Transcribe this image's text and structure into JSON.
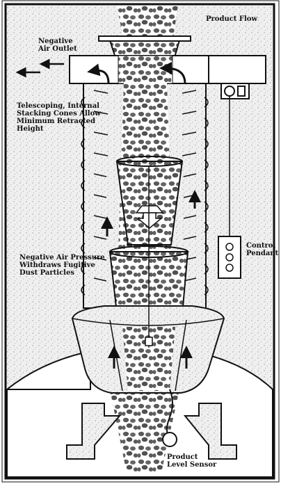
{
  "labels": {
    "product_flow": "Product Flow",
    "negative_air_outlet": "Negative\nAir Outlet",
    "telescoping": "Telescoping, Internal\nStacking Cones Allow\nMinimum Retracted\nHeight",
    "negative_pressure": "Negative Air Pressure\nWithdraws Fugitive\nDust Particles",
    "control_pendant": "Control\nPendant",
    "product_level_sensor": "Product\nLevel Sensor"
  },
  "colors": {
    "background": "#f2f2f2",
    "line": "#111111",
    "product": "#555555",
    "panel": "#ffffff"
  },
  "icons": [
    "arrow-left-icon",
    "arrow-up-icon",
    "arrow-down-icon",
    "pulley-icon",
    "pendant-buttons-icon",
    "sensor-ball-icon"
  ]
}
